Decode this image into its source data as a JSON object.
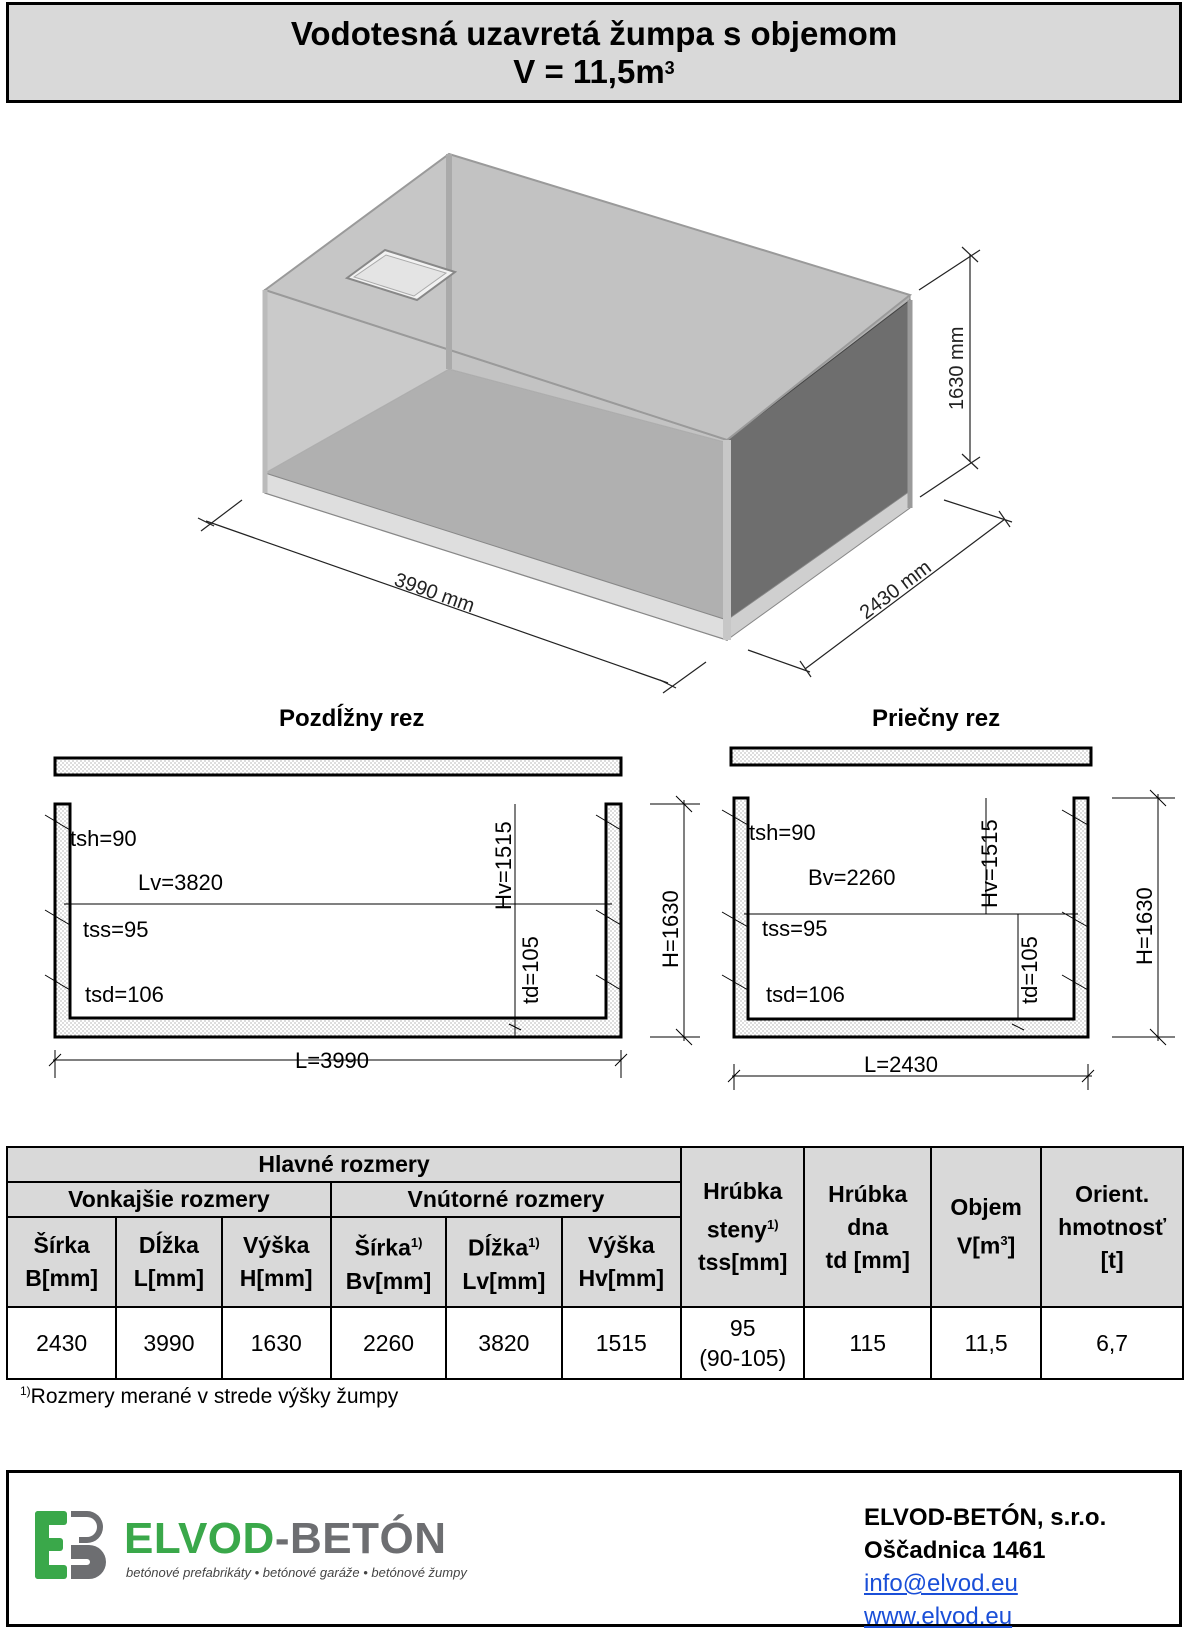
{
  "title": {
    "line1": "Vodotesná uzavretá žumpa s objemom",
    "line2": "V = 11,5m",
    "line2_sup": "3"
  },
  "iso_view": {
    "length_label": "3990 mm",
    "width_label": "2430 mm",
    "height_label": "1630 mm"
  },
  "long_section": {
    "title": "Pozdĺžny rez",
    "tsh": "tsh=90",
    "inner_length": "Lv=3820",
    "tss": "tss=95",
    "tsd": "tsd=106",
    "inner_height": "Hv=1515",
    "td": "td=105",
    "height": "H=1630",
    "length": "L=3990"
  },
  "cross_section": {
    "title": "Priečny rez",
    "tsh": "tsh=90",
    "inner_width": "Bv=2260",
    "tss": "tss=95",
    "tsd": "tsd=106",
    "inner_height": "Hv=1515",
    "td": "td=105",
    "height": "H=1630",
    "length": "L=2430"
  },
  "table": {
    "main_header": "Hlavné rozmery",
    "outer_header": "Vonkajšie rozmery",
    "inner_header": "Vnútorné rozmery",
    "columns": [
      {
        "l1": "Šírka",
        "l2": "B[mm]"
      },
      {
        "l1": "Dĺžka",
        "l2": "L[mm]"
      },
      {
        "l1": "Výška",
        "l2": "H[mm]"
      },
      {
        "l1": "Šírka",
        "sup": "1)",
        "l2": "Bv[mm]"
      },
      {
        "l1": "Dĺžka",
        "sup": "1)",
        "l2": "Lv[mm]"
      },
      {
        "l1": "Výška",
        "l2": "Hv[mm]"
      }
    ],
    "thickness": {
      "l1": "Hrúbka",
      "l2": "steny",
      "sup": "1)",
      "l3": "tss[mm]"
    },
    "bottom": {
      "l1": "Hrúbka",
      "l2": "dna",
      "l3": "td [mm]"
    },
    "volume": {
      "l1": "Objem",
      "l2a": "V[m",
      "sup": "3",
      "l2b": "]"
    },
    "weight": {
      "l1": "Orient.",
      "l2": "hmotnosť",
      "l3": "[t]"
    },
    "values": [
      "2430",
      "3990",
      "1630",
      "2260",
      "3820",
      "1515"
    ],
    "thickness_value": "95",
    "thickness_range": "(90-105)",
    "bottom_value": "115",
    "volume_value": "11,5",
    "weight_value": "6,7"
  },
  "footnote": {
    "sup": "1)",
    "text": "Rozmery merané v strede výšky žumpy"
  },
  "footer": {
    "brand_main": "ELVOD",
    "brand_dash": "-",
    "brand_second": "BETÓN",
    "brand_tagline": "betónové prefabrikáty • betónové garáže • betónové žumpy",
    "company": "ELVOD-BETÓN, s.r.o.",
    "address": "Oščadnica 1461",
    "email": "info@elvod.eu",
    "web": "www.elvod.eu"
  },
  "colors": {
    "brand_green": "#3aa84a",
    "brand_grey": "#6d6e71",
    "header_grey": "#d9d9d9"
  }
}
